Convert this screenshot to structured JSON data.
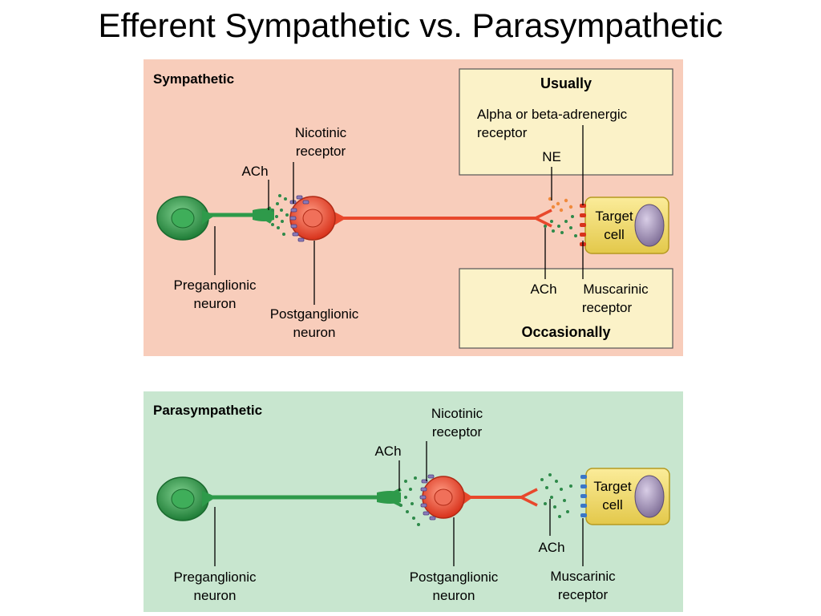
{
  "title": "Efferent Sympathetic vs. Parasympathetic",
  "colors": {
    "sympathetic_bg": "#f8cdbb",
    "parasympathetic_bg": "#c8e6cf",
    "preganglionic": "#2e9a4a",
    "postganglionic": "#e8482c",
    "target_cell": "#f3df6a",
    "nucleus": "#9a8ab0",
    "box_bg": "#fbf2c8"
  },
  "sympathetic": {
    "heading": "Sympathetic",
    "ach_label": "ACh",
    "nicotinic_label": [
      "Nicotinic",
      "receptor"
    ],
    "preganglionic_label": [
      "Preganglionic",
      "neuron"
    ],
    "postganglionic_label": [
      "Postganglionic",
      "neuron"
    ],
    "target_label": [
      "Target",
      "cell"
    ],
    "usually_box": {
      "heading": "Usually",
      "receptor_label": [
        "Alpha or beta-adrenergic",
        "receptor"
      ],
      "transmitter": "NE"
    },
    "occasionally_box": {
      "heading": "Occasionally",
      "transmitter": "ACh",
      "receptor_label": [
        "Muscarinic",
        "receptor"
      ]
    }
  },
  "parasympathetic": {
    "heading": "Parasympathetic",
    "ach_label": "ACh",
    "nicotinic_label": [
      "Nicotinic",
      "receptor"
    ],
    "preganglionic_label": [
      "Preganglionic",
      "neuron"
    ],
    "postganglionic_label": [
      "Postganglionic",
      "neuron"
    ],
    "target_label": [
      "Target",
      "cell"
    ],
    "ach_target_label": "ACh",
    "muscarinic_label": [
      "Muscarinic",
      "receptor"
    ]
  }
}
